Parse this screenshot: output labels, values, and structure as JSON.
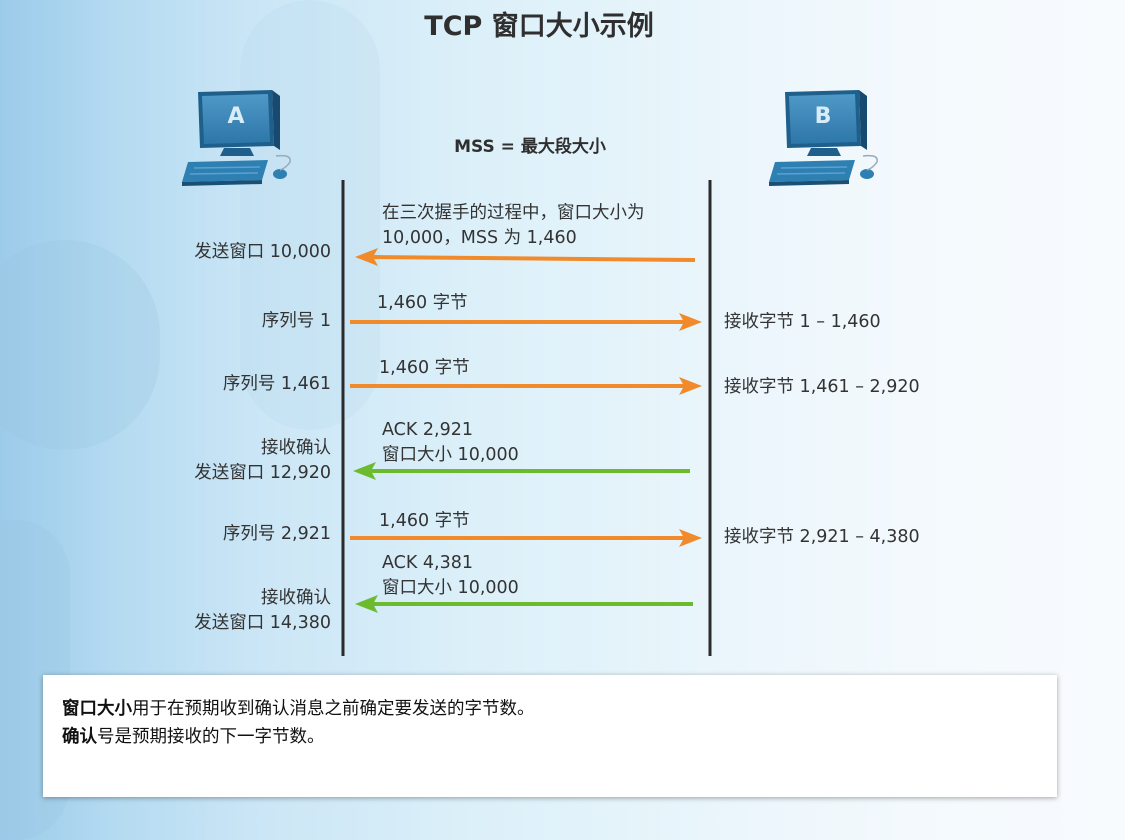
{
  "title": "TCP 窗口大小示例",
  "mss_label": "MSS = 最大段大小",
  "host_a": "A",
  "host_b": "B",
  "colors": {
    "orange_arrow": "#f08a2a",
    "green_arrow": "#6cbb2e",
    "timeline": "#2b2b2b",
    "computer": "#2e7fb2"
  },
  "left_labels": {
    "l1": "发送窗口 10,000",
    "l2": "序列号 1",
    "l3": "序列号 1,461",
    "l4a": "接收确认",
    "l4b": "发送窗口 12,920",
    "l5": "序列号 2,921",
    "l6a": "接收确认",
    "l6b": "发送窗口 14,380"
  },
  "middle_labels": {
    "m1a": "在三次握手的过程中，窗口大小为",
    "m1b": "10,000，MSS 为 1,460",
    "m2": "1,460 字节",
    "m3": "1,460 字节",
    "m4a": "ACK 2,921",
    "m4b": "窗口大小 10,000",
    "m5": "1,460 字节",
    "m6a": "ACK 4,381",
    "m6b": "窗口大小 10,000"
  },
  "right_labels": {
    "r2": "接收字节 1 – 1,460",
    "r3": "接收字节 1,461 – 2,920",
    "r5": "接收字节 2,921 – 4,380"
  },
  "note": {
    "line1_bold": "窗口大小",
    "line1_rest": "用于在预期收到确认消息之前确定要发送的字节数。",
    "line2_bold": "确认",
    "line2_rest": "号是预期接收的下一字节数。"
  }
}
